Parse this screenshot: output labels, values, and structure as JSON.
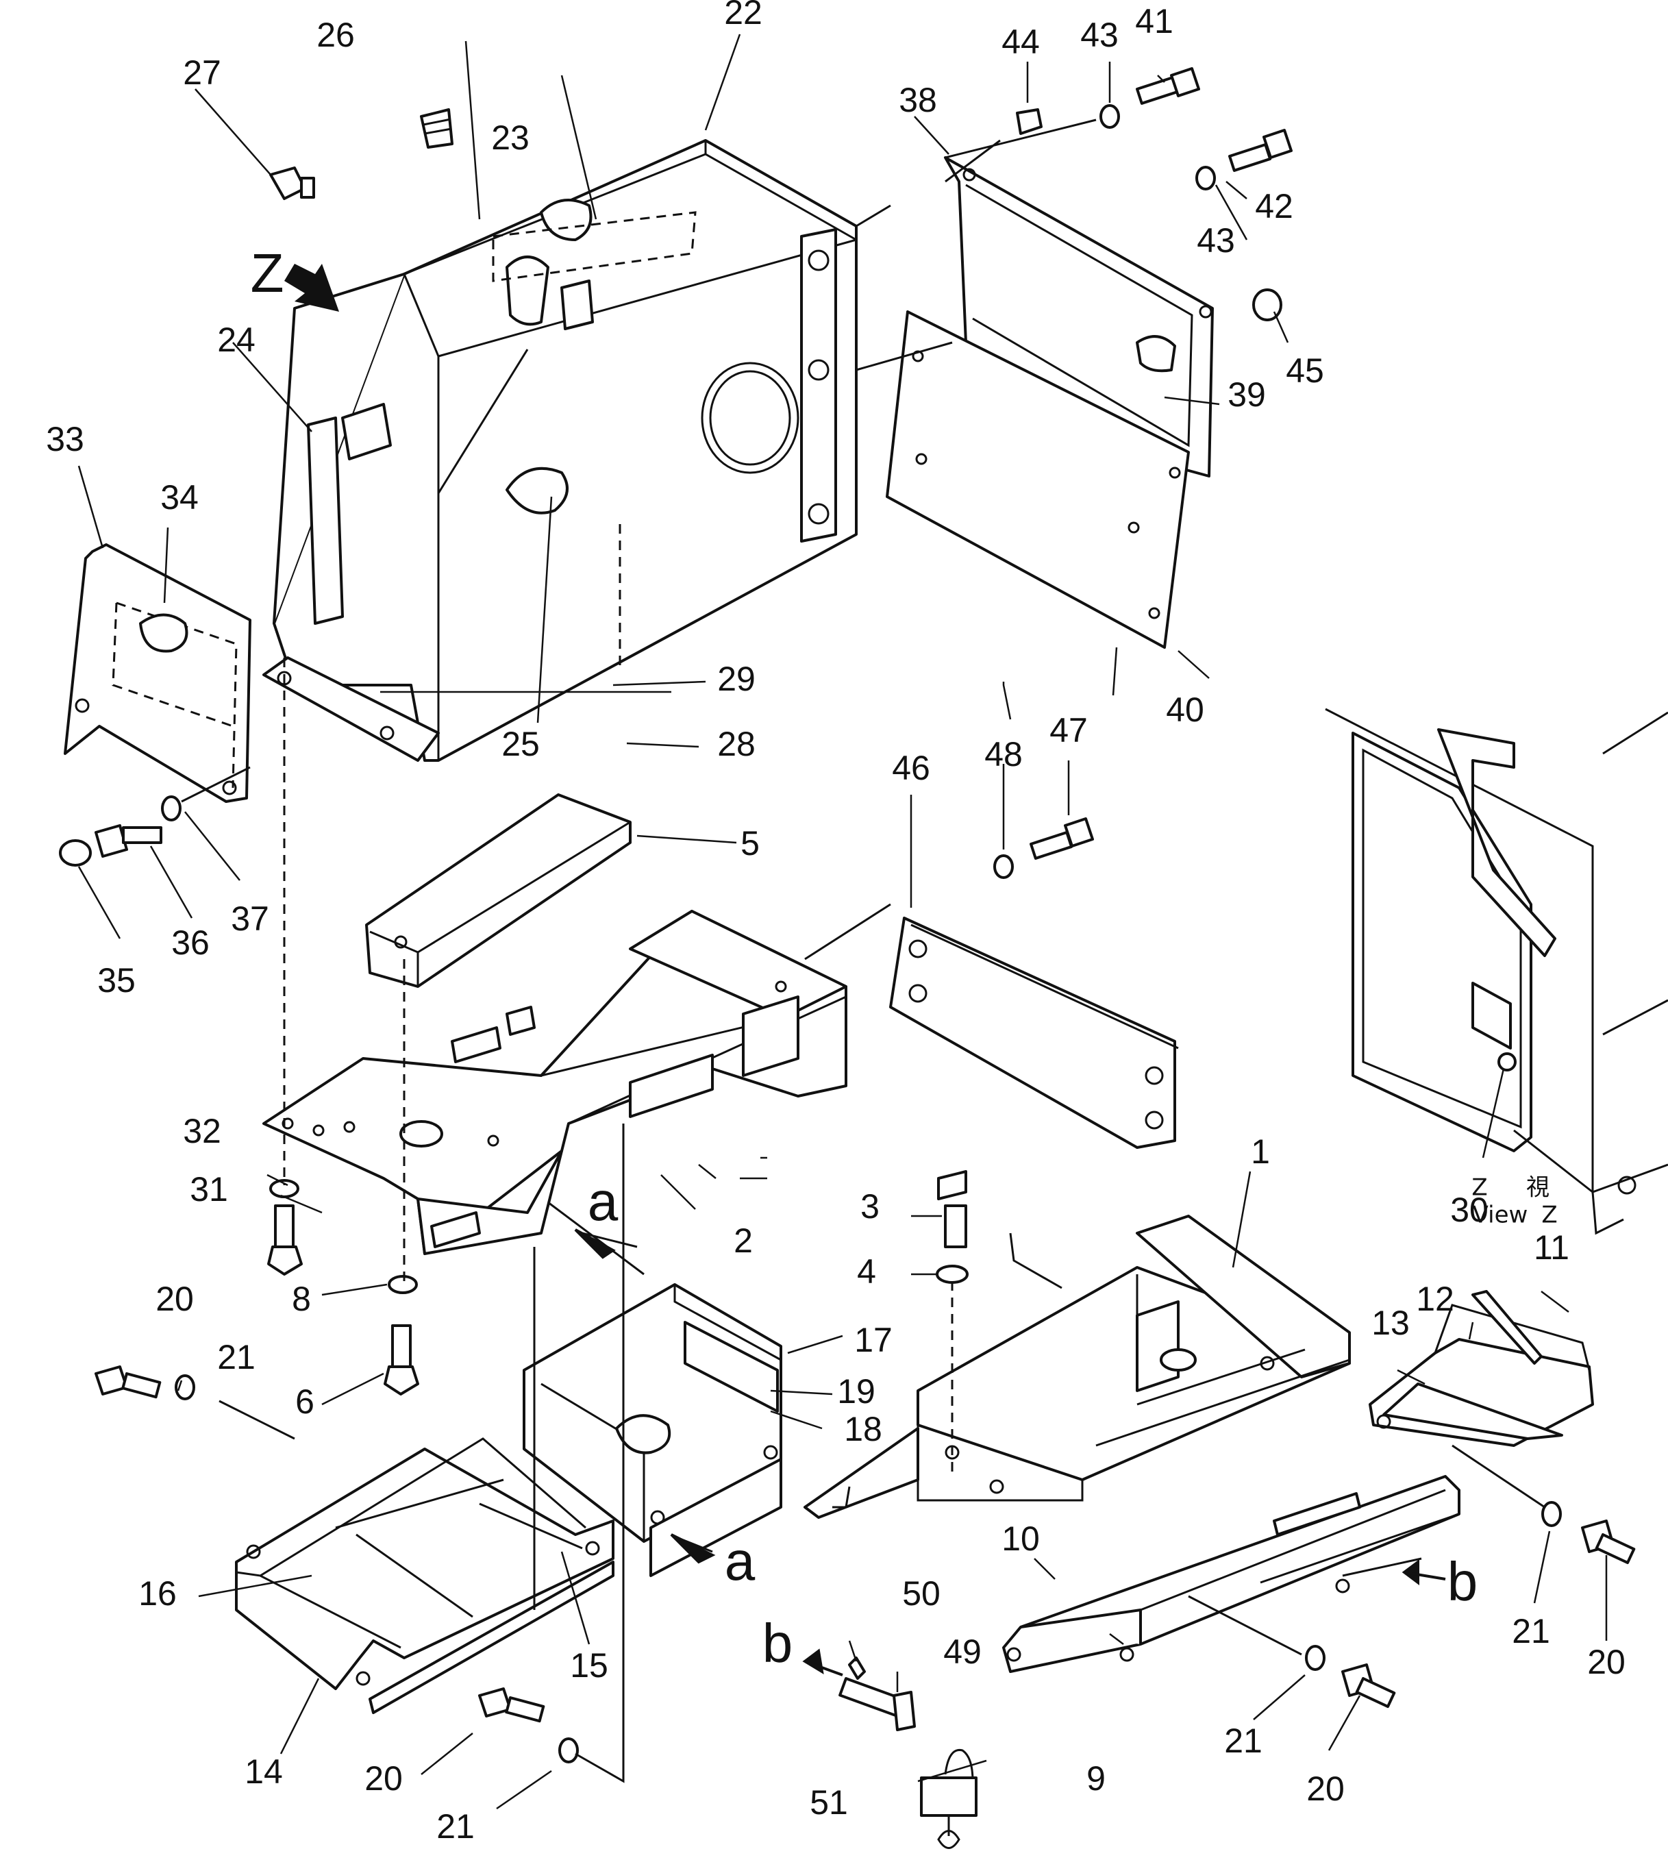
{
  "callouts": {
    "c1": "1",
    "c2": "2",
    "c3": "3",
    "c4": "4",
    "c5": "5",
    "c6": "6",
    "c8": "8",
    "c9": "9",
    "c10": "10",
    "c11": "11",
    "c12": "12",
    "c13": "13",
    "c14": "14",
    "c15": "15",
    "c16": "16",
    "c17": "17",
    "c18": "18",
    "c19": "19",
    "c20a": "20",
    "c20b": "20",
    "c20c": "20",
    "c20d": "20",
    "c21a": "21",
    "c21b": "21",
    "c21c": "21",
    "c21d": "21",
    "c22": "22",
    "c23": "23",
    "c24": "24",
    "c25": "25",
    "c26": "26",
    "c27": "27",
    "c28": "28",
    "c29": "29",
    "c30": "30",
    "c31": "31",
    "c32": "32",
    "c33": "33",
    "c34": "34",
    "c35": "35",
    "c36": "36",
    "c37": "37",
    "c38": "38",
    "c39": "39",
    "c40": "40",
    "c41": "41",
    "c42": "42",
    "c43a": "43",
    "c43b": "43",
    "c44": "44",
    "c45": "45",
    "c46": "46",
    "c47": "47",
    "c48": "48",
    "c49": "49",
    "c50": "50",
    "c51": "51"
  },
  "view_markers": {
    "z_arrow": "Z",
    "a_top": "a",
    "a_bottom": "a",
    "b_left": "b",
    "b_right": "b"
  },
  "view_label": {
    "z_small": "Z",
    "kanji": "視",
    "view": "View",
    "z": "Z"
  }
}
